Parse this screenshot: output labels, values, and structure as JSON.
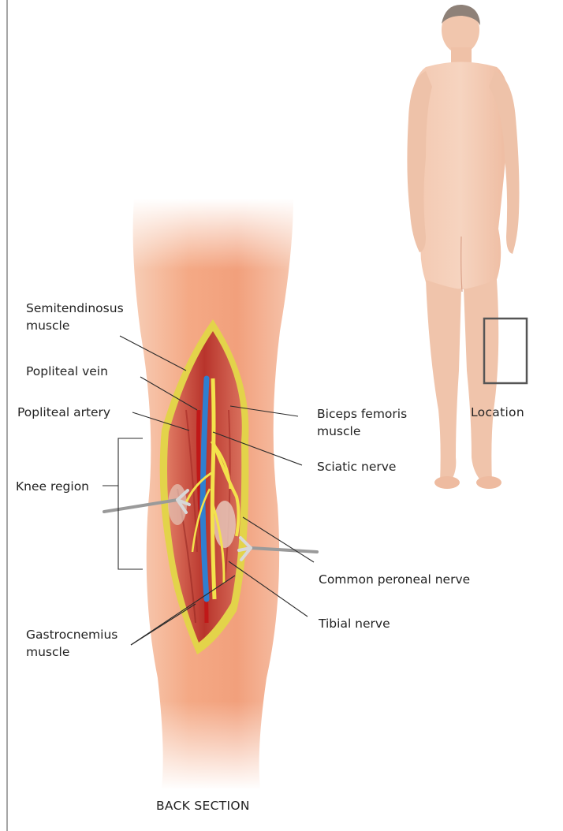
{
  "labels": {
    "semitendinosus_1": "Semitendinosus",
    "semitendinosus_2": "muscle",
    "popliteal_vein": "Popliteal vein",
    "popliteal_artery": "Popliteal artery",
    "knee_region": "Knee region",
    "gastrocnemius_1": "Gastrocnemius",
    "gastrocnemius_2": "muscle",
    "biceps_femoris_1": "Biceps femoris",
    "biceps_femoris_2": "muscle",
    "sciatic_nerve": "Sciatic nerve",
    "common_peroneal_nerve": "Common peroneal nerve",
    "tibial_nerve": "Tibial nerve",
    "location": "Location",
    "back_section": "BACK SECTION"
  },
  "colors": {
    "skin": "#f4b093",
    "muscle": "#c8463b",
    "incision_edge": "#e6d74a",
    "vein": "#2f7fd0",
    "nerve": "#f3e24c",
    "locator_box": "#555555",
    "frame_line": "#888888"
  },
  "icons": [
    "retractor-left-icon",
    "retractor-right-icon"
  ]
}
